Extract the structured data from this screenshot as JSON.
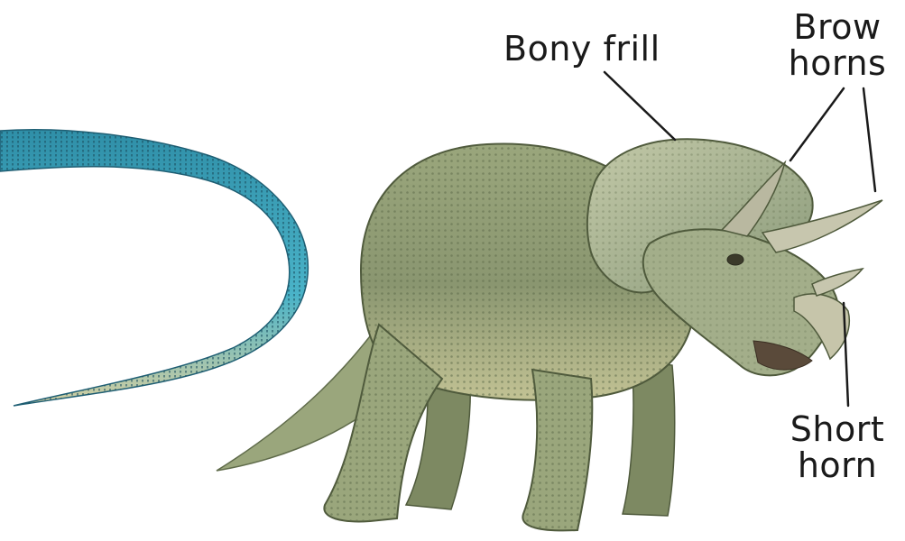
{
  "labels": {
    "bony_frill": "Bony frill",
    "brow_horns_line1": "Brow",
    "brow_horns_line2": "horns",
    "short_horn_line1": "Short",
    "short_horn_line2": "horn"
  },
  "colors": {
    "background": "#ffffff",
    "label_text": "#1a1a1a",
    "leader_line": "#1a1a1a",
    "triceratops_body": "#8f9c74",
    "triceratops_shadow": "#5f6b4a",
    "triceratops_highlight": "#c9c99a",
    "horn": "#b9b8a0",
    "tail_blue": "#3b9fb8",
    "tail_dark": "#1f5f74",
    "tail_light": "#d8d3a8"
  }
}
